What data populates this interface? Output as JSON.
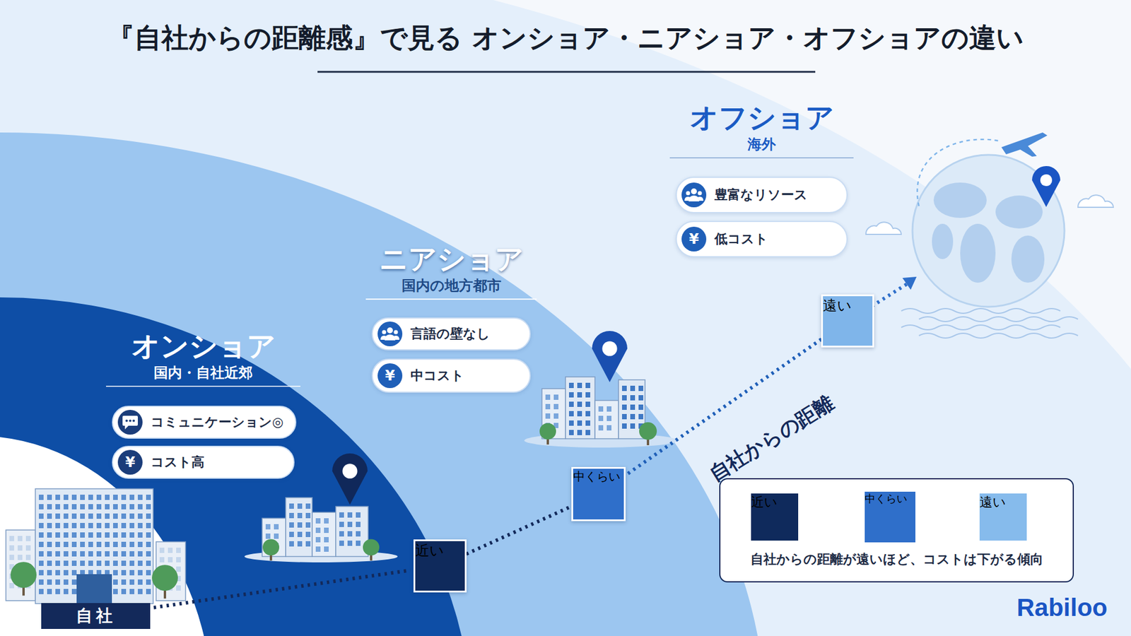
{
  "diagram": {
    "title": "『自社からの距離感』で見る オンショア・ニアショア・オフショアの違い",
    "nodes": [
      {
        "text": [
          "オンショア",
          "国内・自社近郊"
        ]
      },
      {
        "text": [
          "コミュニケーション◎"
        ],
        "in": 0
      },
      {
        "text": [
          "¥",
          "コスト高"
        ],
        "in": 0
      },
      {
        "text": [
          "ニアショア",
          "国内の地方都市"
        ]
      },
      {
        "text": [
          "言語の壁なし"
        ],
        "in": 3
      },
      {
        "text": [
          "¥",
          "中コスト"
        ],
        "in": 3
      },
      {
        "text": [
          "オフショア",
          "海外"
        ]
      },
      {
        "text": [
          "豊富なリソース"
        ],
        "in": 6
      },
      {
        "text": [
          "¥",
          "低コスト"
        ],
        "in": 6
      },
      {
        "text": [
          "自社"
        ]
      },
      {
        "text": [
          "近い"
        ]
      },
      {
        "text": [
          "中くらい"
        ]
      },
      {
        "text": [
          "遠い"
        ]
      },
      {
        "text": [
          "自社からの距離が遠いほど、コストは下がる傾向"
        ]
      },
      {
        "text": [
          "近い"
        ],
        "in": 13
      },
      {
        "text": [
          "中くらい"
        ],
        "in": 13
      },
      {
        "text": [
          "遠い"
        ],
        "in": 13
      }
    ],
    "edges": [
      {
        "from": 9,
        "to": 10,
        "arrow": "none"
      },
      {
        "from": 10,
        "to": 11,
        "arrow": "none"
      },
      {
        "from": 11,
        "to": 12,
        "arrow": "none"
      },
      {
        "from": 14,
        "to": 15,
        "arrow": "to"
      },
      {
        "from": 15,
        "to": 16,
        "arrow": "to"
      }
    ],
    "labels": [
      "自社からの距離",
      "Rabiloo"
    ]
  }
}
